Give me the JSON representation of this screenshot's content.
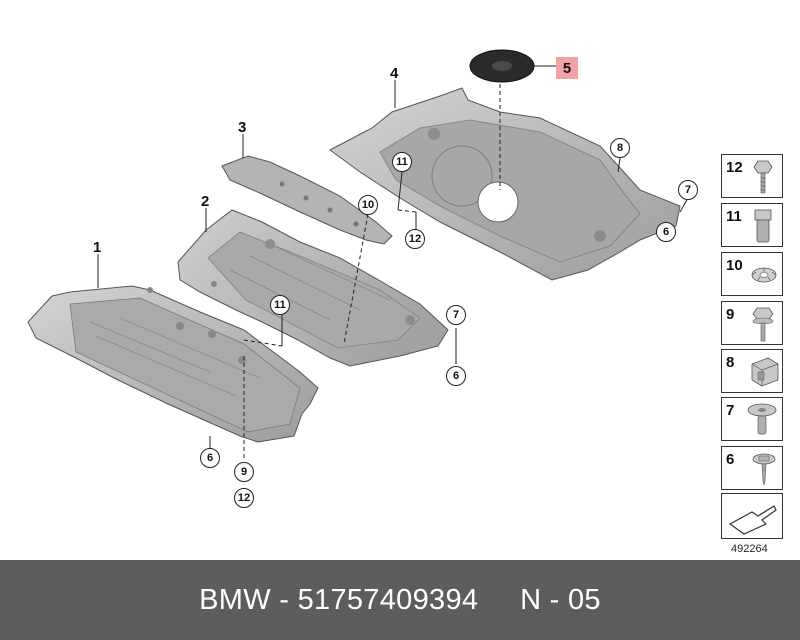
{
  "diagram": {
    "part_labels": {
      "p1": "1",
      "p2": "2",
      "p3": "3",
      "p4": "4",
      "p5": "5"
    },
    "callouts": {
      "c6a": "6",
      "c6b": "6",
      "c6c": "6",
      "c7a": "7",
      "c7b": "7",
      "c8": "8",
      "c9": "9",
      "c10": "10",
      "c11a": "11",
      "c11b": "11",
      "c12a": "12",
      "c12b": "12"
    },
    "highlight_color": "#f3a3a6",
    "panel_color": "#b8b8b8"
  },
  "sidebar": {
    "items": [
      {
        "number": "12",
        "icon": "screw-icon"
      },
      {
        "number": "11",
        "icon": "sleeve-nut-icon"
      },
      {
        "number": "10",
        "icon": "lock-washer-icon"
      },
      {
        "number": "9",
        "icon": "collar-screw-icon"
      },
      {
        "number": "8",
        "icon": "clip-nut-icon"
      },
      {
        "number": "7",
        "icon": "expanding-rivet-icon"
      },
      {
        "number": "6",
        "icon": "washer-screw-icon"
      }
    ],
    "reference": "492264"
  },
  "footer": {
    "text": "BMW - 51757409394     N - 05",
    "background": "#5d5d5d"
  }
}
